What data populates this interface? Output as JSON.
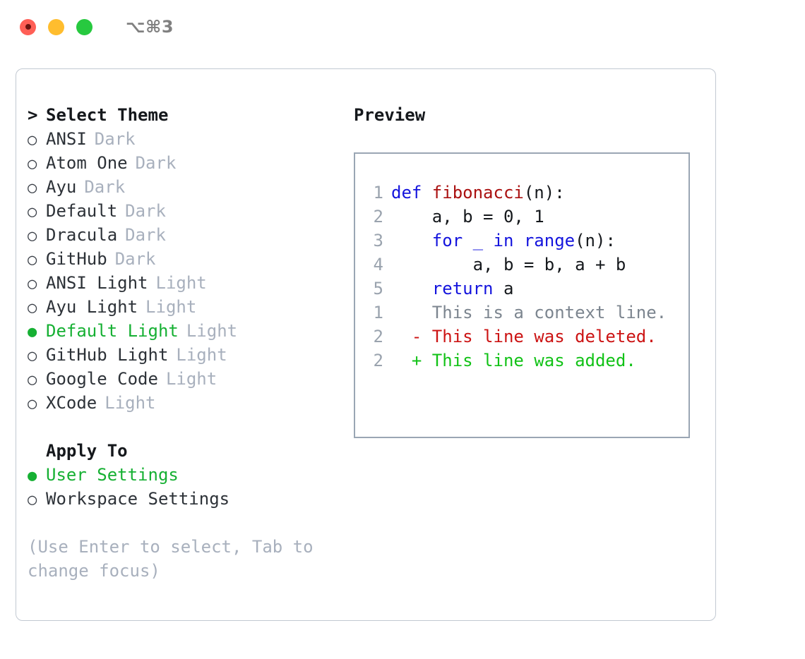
{
  "titlebar": {
    "lights": [
      {
        "name": "close",
        "color": "#ff5f56"
      },
      {
        "name": "minimize",
        "color": "#ffbd2e"
      },
      {
        "name": "maximize",
        "color": "#27c93f"
      }
    ],
    "shortcut": "⌥⌘3"
  },
  "theme_section": {
    "heading_marker": ">",
    "heading": "Select Theme",
    "unselected_marker": "○",
    "selected_marker": "●",
    "items": [
      {
        "label": "ANSI",
        "tag": "Dark",
        "selected": false
      },
      {
        "label": "Atom One",
        "tag": "Dark",
        "selected": false
      },
      {
        "label": "Ayu",
        "tag": "Dark",
        "selected": false
      },
      {
        "label": "Default",
        "tag": "Dark",
        "selected": false
      },
      {
        "label": "Dracula",
        "tag": "Dark",
        "selected": false
      },
      {
        "label": "GitHub",
        "tag": "Dark",
        "selected": false
      },
      {
        "label": "ANSI Light",
        "tag": "Light",
        "selected": false
      },
      {
        "label": "Ayu Light",
        "tag": "Light",
        "selected": false
      },
      {
        "label": "Default Light",
        "tag": "Light",
        "selected": true
      },
      {
        "label": "GitHub Light",
        "tag": "Light",
        "selected": false
      },
      {
        "label": "Google Code",
        "tag": "Light",
        "selected": false
      },
      {
        "label": "XCode",
        "tag": "Light",
        "selected": false
      }
    ]
  },
  "apply_section": {
    "heading": "Apply To",
    "items": [
      {
        "label": "User Settings",
        "selected": true
      },
      {
        "label": "Workspace Settings",
        "selected": false
      }
    ]
  },
  "hint": "(Use Enter to select, Tab to change focus)",
  "preview": {
    "title": "Preview",
    "code_lines": [
      {
        "num": "1",
        "tokens": [
          {
            "t": "def ",
            "c": "kw"
          },
          {
            "t": "fibonacci",
            "c": "fn"
          },
          {
            "t": "(n):",
            "c": "plain"
          }
        ]
      },
      {
        "num": "2",
        "tokens": [
          {
            "t": "    a, b = 0, 1",
            "c": "plain"
          }
        ]
      },
      {
        "num": "3",
        "tokens": [
          {
            "t": "    ",
            "c": "plain"
          },
          {
            "t": "for _ in range",
            "c": "kw"
          },
          {
            "t": "(n):",
            "c": "plain"
          }
        ]
      },
      {
        "num": "4",
        "tokens": [
          {
            "t": "        a, b = b, a + b",
            "c": "plain"
          }
        ]
      },
      {
        "num": "5",
        "tokens": [
          {
            "t": "    ",
            "c": "plain"
          },
          {
            "t": "return",
            "c": "kw"
          },
          {
            "t": " a",
            "c": "plain"
          }
        ]
      }
    ],
    "diff_lines": [
      {
        "num": "1",
        "sign": " ",
        "text": "This is a context line.",
        "kind": "dctx"
      },
      {
        "num": "2",
        "sign": "-",
        "text": "This line was deleted.",
        "kind": "ddel"
      },
      {
        "num": "2",
        "sign": "+",
        "text": "This line was added.",
        "kind": "dadd"
      }
    ]
  },
  "colors": {
    "accent_green": "#16b033",
    "tag_gray": "#a8b0bd",
    "keyword_blue": "#1414dd",
    "function_red": "#aa1111",
    "diff_add": "#12c217",
    "diff_del": "#cc1414",
    "panel_border": "#c2c9d2",
    "preview_border": "#9aa6b4"
  }
}
